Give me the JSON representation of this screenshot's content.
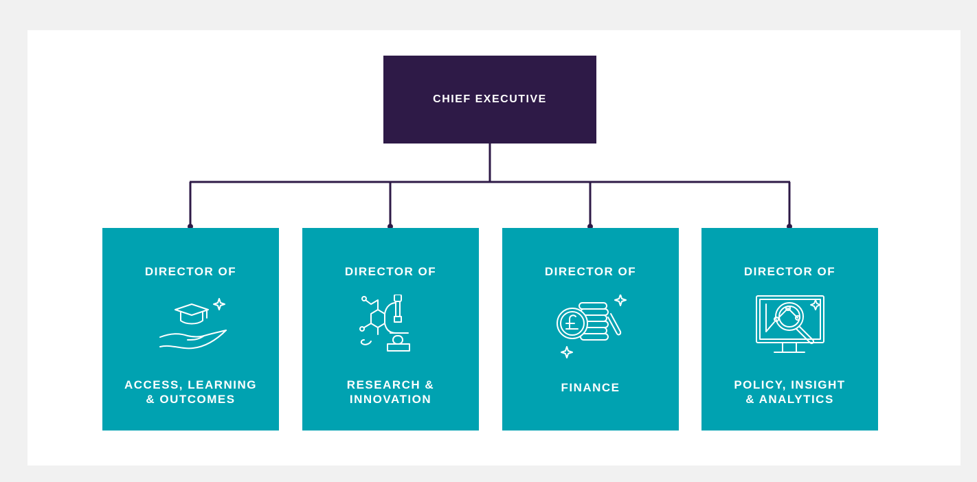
{
  "chief": {
    "label": "CHIEF EXECUTIVE"
  },
  "directors": [
    {
      "title": "DIRECTOR OF",
      "name": "ACCESS, LEARNING\n& OUTCOMES",
      "icon": "graduation-cap-hand-icon"
    },
    {
      "title": "DIRECTOR OF",
      "name": "RESEARCH &\nINNOVATION",
      "icon": "microscope-molecule-icon"
    },
    {
      "title": "DIRECTOR OF",
      "name": "FINANCE",
      "icon": "pound-coins-icon"
    },
    {
      "title": "DIRECTOR OF",
      "name": "POLICY, INSIGHT\n& ANALYTICS",
      "icon": "monitor-magnifier-icon"
    }
  ],
  "colors": {
    "background": "#f1f1f1",
    "panel": "#ffffff",
    "chief_box": "#2e1a47",
    "director_box": "#00a2b1",
    "connector": "#2e1a47",
    "text": "#ffffff"
  }
}
